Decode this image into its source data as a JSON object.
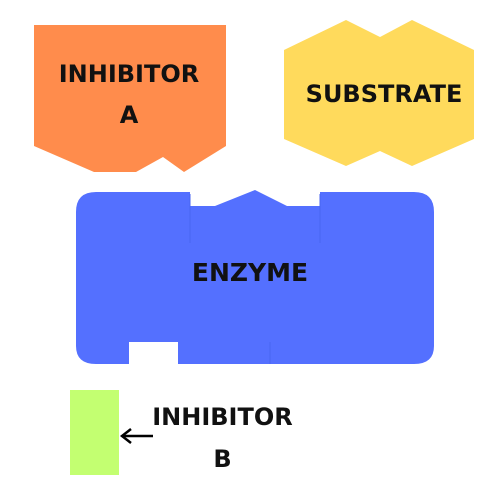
{
  "colors": {
    "inhibitor_a": "#FF8C4C",
    "substrate": "#FFDA5C",
    "enzyme": "#5470FF",
    "inhibitor_b": "#C3FF71",
    "arrow": "#000000"
  },
  "shapes": {
    "inhibitor_a": {
      "line1": "INHIBITOR",
      "line2": "A"
    },
    "substrate": {
      "label": "SUBSTRATE"
    },
    "enzyme": {
      "label": "ENZYME"
    },
    "inhibitor_b": {
      "line1": "INHIBITOR",
      "line2": "B"
    }
  }
}
